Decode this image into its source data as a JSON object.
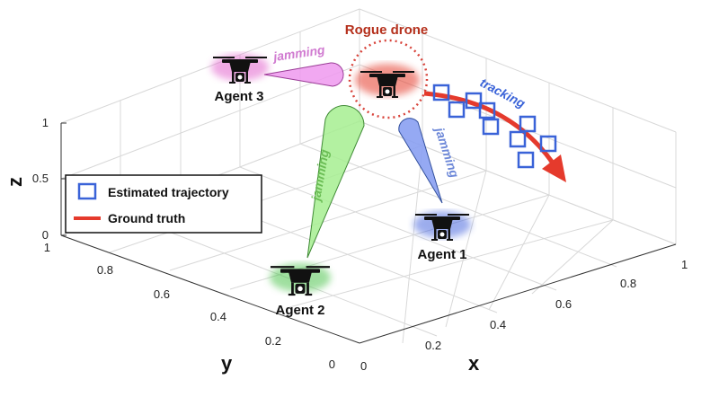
{
  "axes": {
    "x_letter": "x",
    "y_letter": "y",
    "z_letter": "z",
    "x_ticks": [
      "0",
      "0.2",
      "0.4",
      "0.6",
      "0.8",
      "1"
    ],
    "y_ticks": [
      "0",
      "0.2",
      "0.4",
      "0.6",
      "0.8",
      "1"
    ],
    "z_ticks": [
      "0",
      "0.5",
      "1"
    ]
  },
  "labels": {
    "rogue": "Rogue drone",
    "agent1": "Agent 1",
    "agent2": "Agent 2",
    "agent3": "Agent 3",
    "jamming": "jamming",
    "tracking": "tracking"
  },
  "legend": {
    "estimated": "Estimated trajectory",
    "ground_truth": "Ground truth"
  },
  "colors": {
    "rogue": "#e53a2c",
    "agent1_glow": "#3b5bdb",
    "agent2_glow": "#3fbf3f",
    "agent3_glow": "#e056c9",
    "jam_agent1": "#7f96f0",
    "jam_agent2": "#a6ee90",
    "jam_agent3": "#ef99ee",
    "estimate": "#3a63d8",
    "ground_truth": "#e53a2c",
    "tracking_text": "#3a63d8"
  }
}
